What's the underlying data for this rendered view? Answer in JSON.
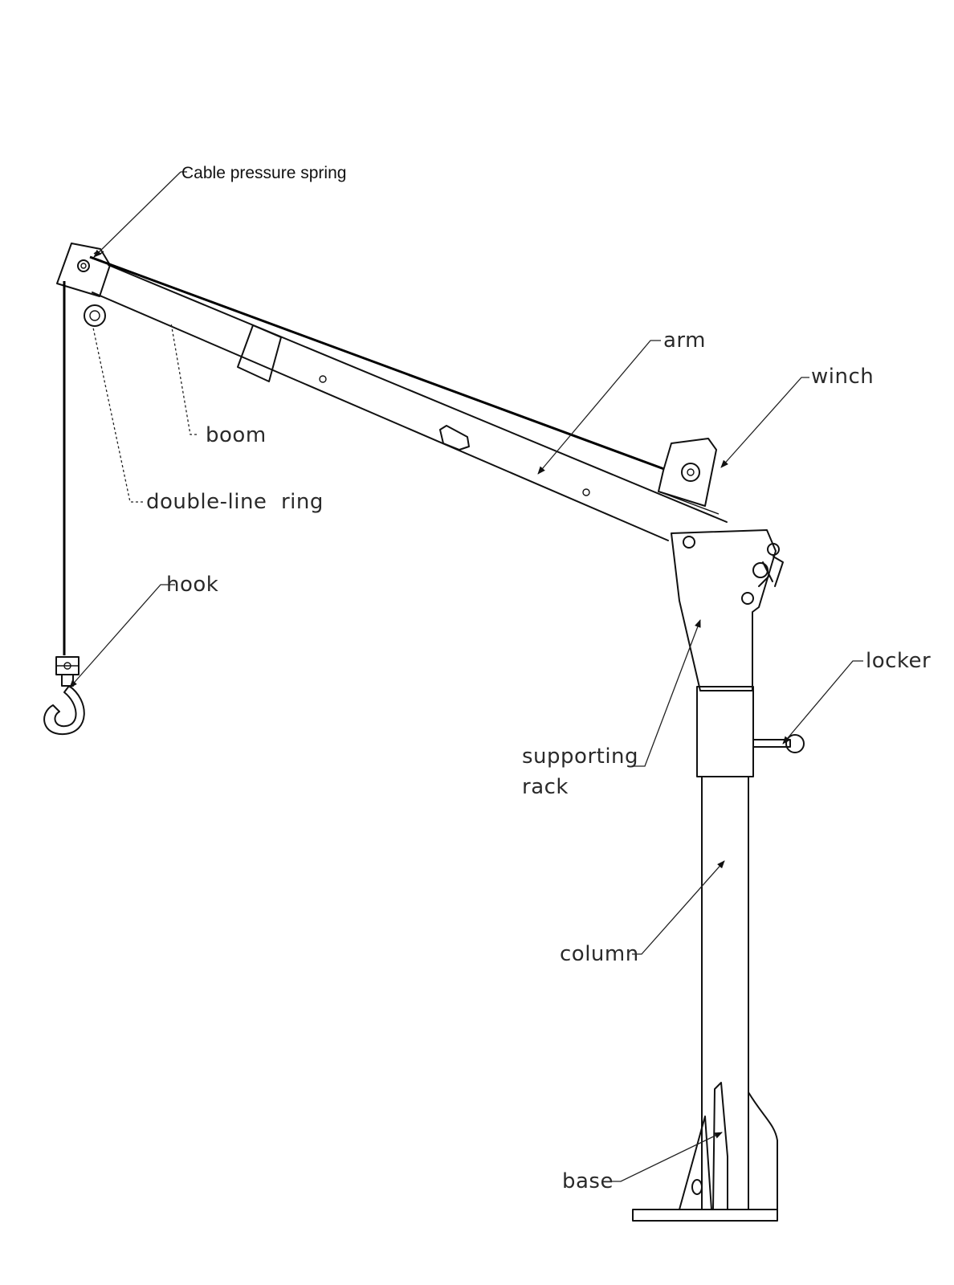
{
  "diagram": {
    "labels": {
      "cable_pressure_spring": "Cable pressure spring",
      "arm": "arm",
      "winch": "winch",
      "boom": "boom",
      "double_line_ring": "double-line  ring",
      "hook": "hook",
      "locker": "locker",
      "supporting_line1": "supporting",
      "supporting_line2": "rack",
      "column": "column",
      "base": "base"
    }
  }
}
